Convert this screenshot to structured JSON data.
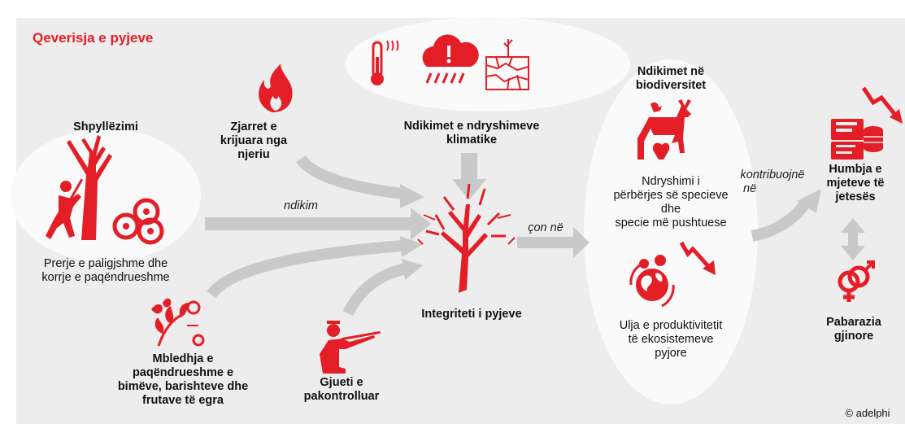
{
  "colors": {
    "accent": "#e41e26",
    "panel": "#ededed",
    "ellipse": "#fafafa",
    "arrow": "#c9c9c9"
  },
  "title": "Qeverisja e pyjeve",
  "drivers": {
    "deforestation": {
      "heading": "Shpyllëzimi",
      "caption": [
        "Prerje e paligjshme dhe",
        "korrje e paqëndrueshme"
      ],
      "icon": "woodcutter-icon"
    },
    "fires": {
      "label": [
        "Zjarret e",
        "krijuara nga",
        "njeriu"
      ],
      "icon": "flame-icon"
    },
    "climate": {
      "label": [
        "Ndikimet e ndryshimeve",
        "klimatike"
      ],
      "icons": [
        "thermometer-icon",
        "rain-cloud-icon",
        "drought-icon"
      ]
    },
    "harvest": {
      "label": [
        "Mbledhja e",
        "paqëndrueshme e",
        "bimëve, barishteve dhe",
        "frutave të egra"
      ],
      "icon": "plants-icon"
    },
    "hunting": {
      "label": [
        "Gjueti e",
        "pakontrolluar"
      ],
      "icon": "hunter-icon"
    }
  },
  "center": {
    "label": "Integriteti i pyjeve",
    "icon": "dead-tree-icon"
  },
  "arrow_labels": {
    "impact": "ndikim",
    "leads_to": "çon në",
    "contributes": [
      "kontribuojnë",
      "në"
    ]
  },
  "biodiversity": {
    "heading": [
      "Ndikimet në",
      "biodiversitet"
    ],
    "species_text": [
      "Ndryshimi i",
      "përbërjes së specieve",
      "dhe",
      "specie më pushtuese"
    ],
    "ecosystem_text": [
      "Ulja e produktivitetit",
      "të ekosistemeve",
      "pyjore"
    ],
    "icons": [
      "animals-icon",
      "ecosystem-globe-icon",
      "decline-arrow-icon"
    ]
  },
  "outcomes": {
    "livelihoods": {
      "label": [
        "Humbja e",
        "mjeteve të",
        "jetesës"
      ],
      "icon": "money-loss-icon"
    },
    "gender": {
      "label": [
        "Pabarazia",
        "gjinore"
      ],
      "icon": "gender-icon"
    }
  },
  "credit": "© adelphi"
}
